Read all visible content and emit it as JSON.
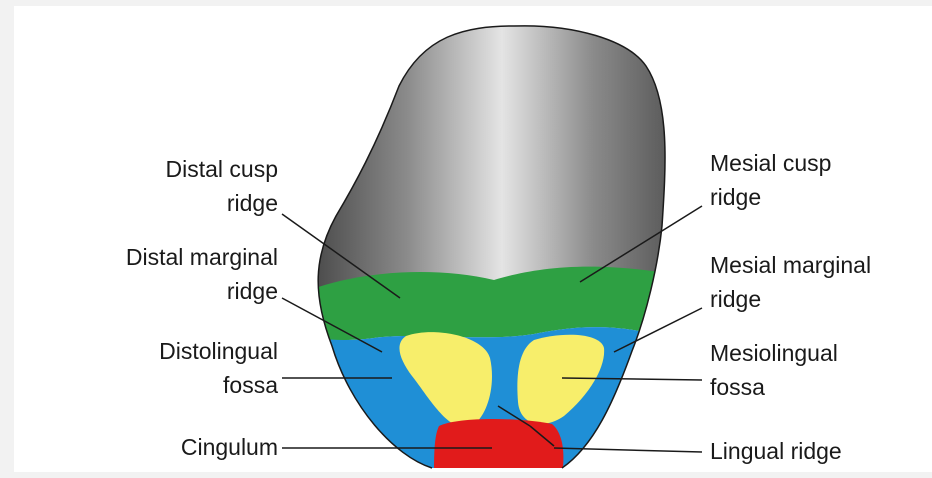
{
  "labels": {
    "distal_cusp_ridge": [
      "Distal cusp",
      "ridge"
    ],
    "distal_marginal_ridge": [
      "Distal marginal",
      "ridge"
    ],
    "distolingual_fossa": [
      "Distolingual",
      "fossa"
    ],
    "cingulum": [
      "Cingulum"
    ],
    "mesial_cusp_ridge": [
      "Mesial cusp",
      "ridge"
    ],
    "mesial_marginal_ridge": [
      "Mesial marginal",
      "ridge"
    ],
    "mesiolingual_fossa": [
      "Mesiolingual",
      "fossa"
    ],
    "lingual_ridge": [
      "Lingual ridge"
    ]
  },
  "colors": {
    "cusp": "#8c8c8c",
    "marginal_ridge": "#2ea043",
    "fossa_region": "#1f8fd6",
    "fossa": "#f7ee6b",
    "cingulum": "#e11b1b",
    "leader_line": "#1a1a1a"
  }
}
